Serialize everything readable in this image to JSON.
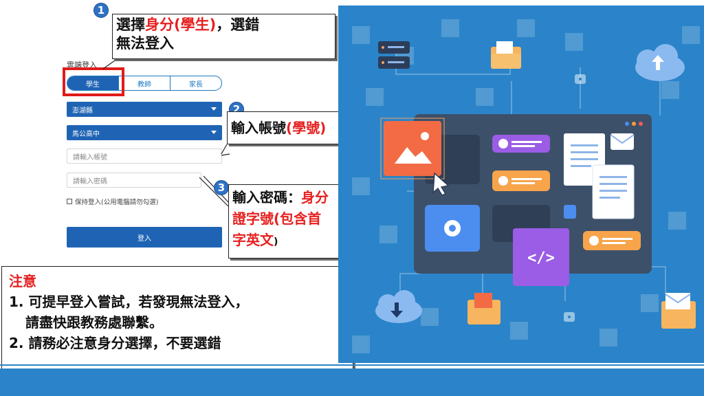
{
  "login": {
    "title": "雲端登入",
    "tabs": [
      "學生",
      "教師",
      "家長"
    ],
    "county": "澎湖縣",
    "school": "馬公高中",
    "account_placeholder": "請輸入帳號",
    "password_placeholder": "請輸入密碼",
    "remember": "保持登入(公用電腦請勿勾選)",
    "submit": "登入"
  },
  "callouts": {
    "step1": {
      "num": "1",
      "pre": "選擇",
      "red": "身分(學生)",
      "post": "，選錯",
      "line2": "無法登入"
    },
    "step2": {
      "num": "2",
      "pre": "輸入帳號",
      "red": "(學號)"
    },
    "step3": {
      "num": "3",
      "pre": "輸入密碼：",
      "red1": "身分",
      "red2": "證字號(包含首",
      "red3": "字英文",
      "post": ")"
    }
  },
  "notice": {
    "title": "注意",
    "item1_a": "1. 可提早登入嘗試，若發現無法登入，",
    "item1_b": "請盡快跟教務處聯繫。",
    "item2": "2. 請務必注意身分選擇，不要選錯"
  },
  "colors": {
    "accent": "#1f64b4",
    "highlight": "#e62020",
    "illustration_bg": "#2b84c9"
  }
}
